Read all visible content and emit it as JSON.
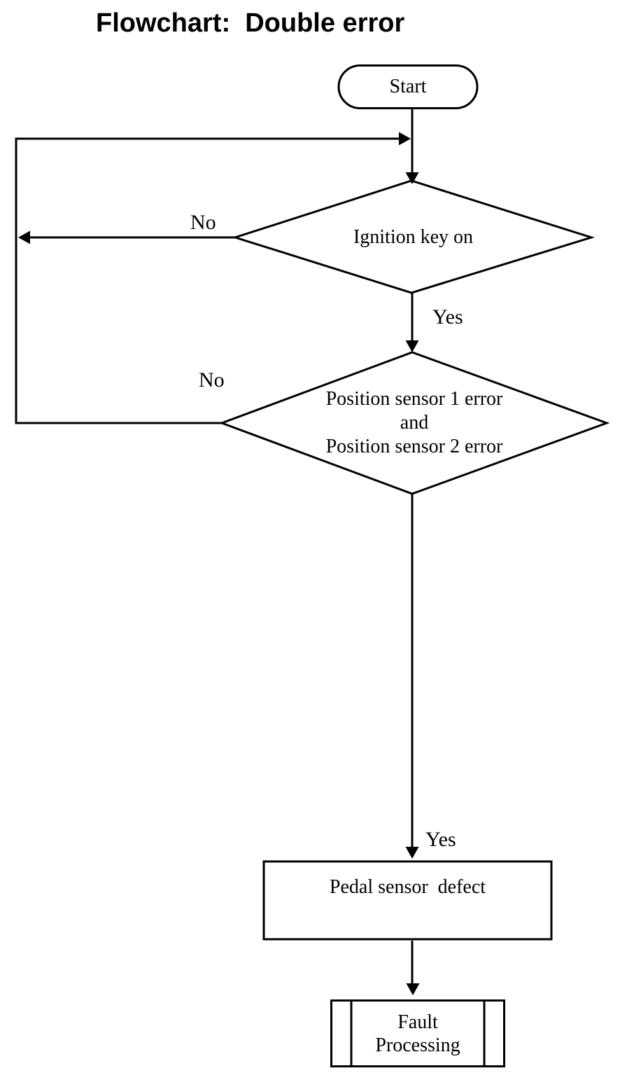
{
  "title": "Flowchart:  Double error",
  "nodes": {
    "start": {
      "type": "terminator",
      "label": "Start"
    },
    "ignition_decision": {
      "type": "decision",
      "label": "Ignition key on"
    },
    "position_decision": {
      "type": "decision",
      "lines": [
        "Position sensor 1 error",
        "and",
        "Position sensor 2 error"
      ]
    },
    "pedal_process": {
      "type": "process",
      "label": "Pedal sensor  defect"
    },
    "fault_process": {
      "type": "predefined_process",
      "lines": [
        "Fault",
        "Processing"
      ]
    }
  },
  "edge_labels": {
    "ignition_no": "No",
    "ignition_yes": "Yes",
    "position_no": "No",
    "position_yes": "Yes"
  },
  "colors": {
    "ink": "#000000",
    "background": "#ffffff"
  }
}
